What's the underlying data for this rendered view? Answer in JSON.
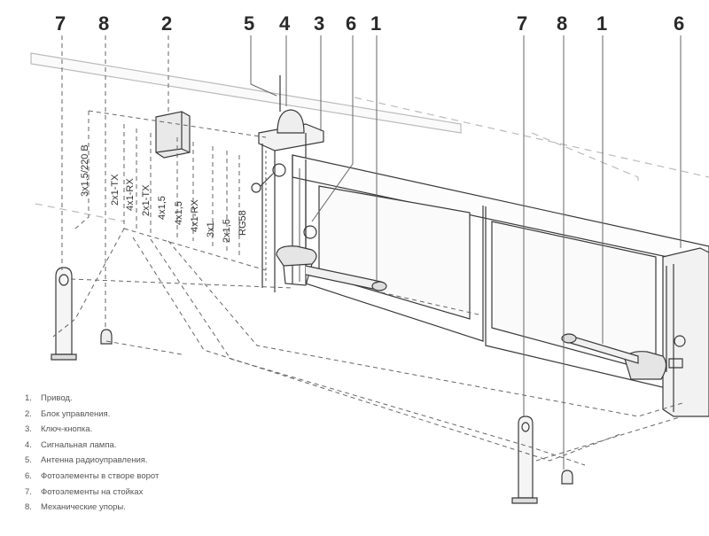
{
  "callouts": {
    "c7a": "7",
    "c8a": "8",
    "c2": "2",
    "c5": "5",
    "c4": "4",
    "c3": "3",
    "c6a": "6",
    "c1a": "1",
    "c7b": "7",
    "c8b": "8",
    "c1b": "1",
    "c6b": "6"
  },
  "cables": {
    "power": "3x1,5/220 B",
    "w1": "2x1-TX",
    "w2": "4x1-RX",
    "w3": "2x1-TX",
    "w4": "4x1,5",
    "w5": "4x1,5",
    "w6": "4x1-RX",
    "w7": "3x1",
    "w8": "2x1,5",
    "w9": "RG58"
  },
  "legend": [
    {
      "n": "1.",
      "text": "Привод."
    },
    {
      "n": "2.",
      "text": "Блок управления."
    },
    {
      "n": "3.",
      "text": "Ключ-кнопка."
    },
    {
      "n": "4.",
      "text": "Сигнальная лампа."
    },
    {
      "n": "5.",
      "text": "Антенна радиоуправления."
    },
    {
      "n": "6.",
      "text": "Фотоэлементы в створе ворот"
    },
    {
      "n": "7.",
      "text": "Фотоэлементы на стойках"
    },
    {
      "n": "8.",
      "text": "Механические упоры."
    }
  ],
  "colors": {
    "line": "#3a3a3a",
    "dash": "#666666",
    "fill": "#f2f2f2"
  }
}
